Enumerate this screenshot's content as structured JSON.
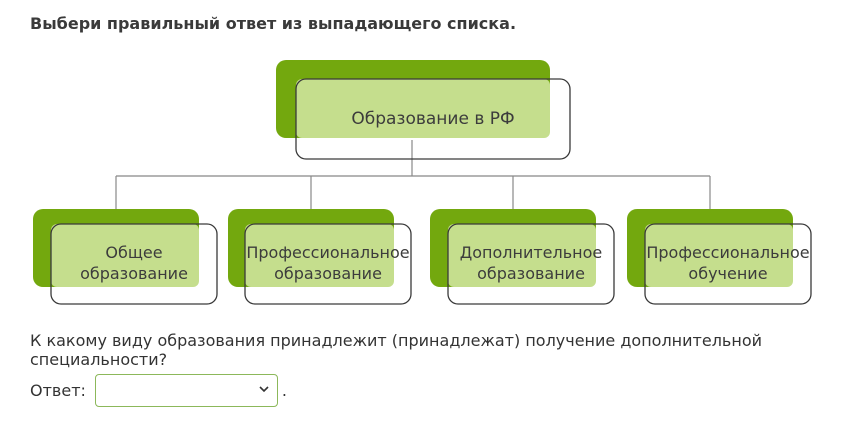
{
  "instruction": "Выбери правильный ответ из выпадающего списка.",
  "diagram": {
    "root": {
      "label": "Образование в РФ"
    },
    "children": [
      {
        "label": "Общее\nобразование"
      },
      {
        "label": "Профессиональное\nобразование"
      },
      {
        "label": "Дополнительное\nобразование"
      },
      {
        "label": "Профессиональное\nобучение"
      }
    ],
    "colors": {
      "dark_green": "#73a80e",
      "light_green": "#c5de8d",
      "outline": "#3a3a3a",
      "connector": "#888888"
    }
  },
  "question": "К какому виду образования принадлежит (принадлежат) получение дополнительной специальности?",
  "answer": {
    "label": "Ответ:",
    "selected": "",
    "suffix": "."
  }
}
